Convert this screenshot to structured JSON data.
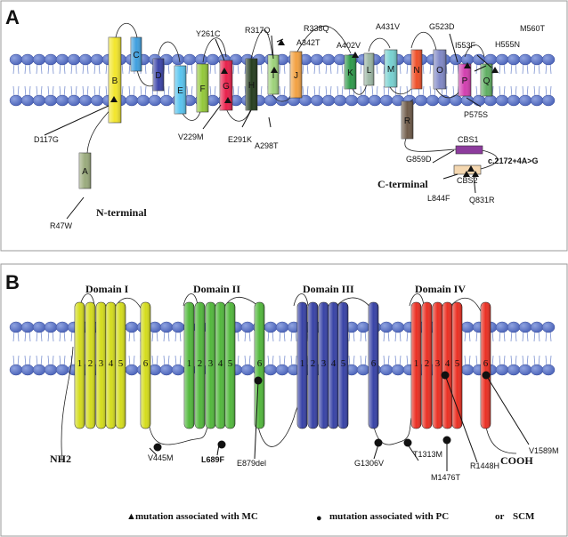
{
  "panelA": {
    "letter": "A",
    "segments": [
      {
        "label": "A",
        "color": "#9aab7c"
      },
      {
        "label": "B",
        "color": "#f2e62c"
      },
      {
        "label": "C",
        "color": "#3f9fde"
      },
      {
        "label": "D",
        "color": "#3a43a8"
      },
      {
        "label": "E",
        "color": "#58c4ef"
      },
      {
        "label": "F",
        "color": "#93c83a"
      },
      {
        "label": "G",
        "color": "#e8204b"
      },
      {
        "label": "H",
        "color": "#253d1e"
      },
      {
        "label": "I",
        "color": "#9dd27a"
      },
      {
        "label": "J",
        "color": "#f2a142"
      },
      {
        "label": "K",
        "color": "#2e9a4a"
      },
      {
        "label": "L",
        "color": "#9cb7a4"
      },
      {
        "label": "M",
        "color": "#77d1d0"
      },
      {
        "label": "N",
        "color": "#ee4f28"
      },
      {
        "label": "O",
        "color": "#8088c6"
      },
      {
        "label": "P",
        "color": "#d23fb0"
      },
      {
        "label": "Q",
        "color": "#5fae62"
      },
      {
        "label": "R",
        "color": "#6e5a48"
      }
    ],
    "cbs1": {
      "label": "CBS1",
      "color": "#8d3c9d"
    },
    "cbs2": {
      "label": "CBS2",
      "color": "#f4d7b0"
    },
    "mutations": [
      "R47W",
      "D117G",
      "V229M",
      "Y261C",
      "E291K",
      "A298T",
      "R317Q",
      "R338Q",
      "A342T",
      "A402V",
      "A431V",
      "G523D",
      "I553F",
      "H555N",
      "M560T",
      "P575S",
      "G859D",
      "c.2172+4A>G",
      "L844F",
      "Q831R"
    ],
    "labels": {
      "n_terminal": "N-terminal",
      "c_terminal": "C-terminal"
    }
  },
  "panelB": {
    "letter": "B",
    "domains": [
      {
        "name": "Domain I",
        "color": "#d4dc1c"
      },
      {
        "name": "Domain II",
        "color": "#52b83c"
      },
      {
        "name": "Domain III",
        "color": "#3742a6"
      },
      {
        "name": "Domain IV",
        "color": "#ea2f22"
      }
    ],
    "helix_numbers": [
      "1",
      "2",
      "3",
      "4",
      "5",
      "6"
    ],
    "mutations": [
      "V445M",
      "L689F",
      "E879del",
      "G1306V",
      "T1313M",
      "M1476T",
      "R1448H",
      "V1589M"
    ],
    "labels": {
      "nh2": "NH2",
      "cooh": "COOH"
    },
    "legend": {
      "mc_symbol": "▲",
      "mc_text": "mutation associated with MC",
      "pc_symbol": "●",
      "pc_text": "mutation associated with PC",
      "or_text": "or",
      "scm_text": "SCM"
    }
  }
}
